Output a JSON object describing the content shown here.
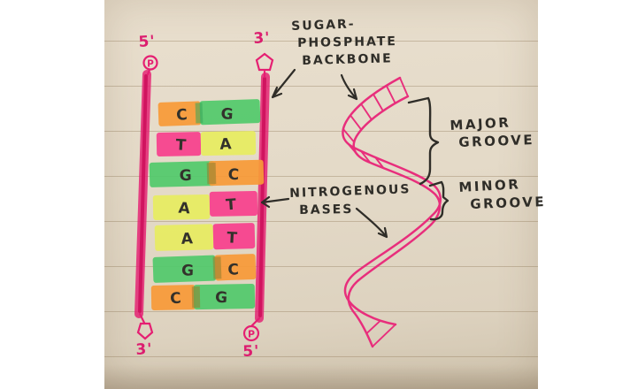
{
  "ladder": {
    "phosphate_symbol": "P",
    "top_left_end": "5'",
    "top_right_end": "3'",
    "bottom_left_end": "3'",
    "bottom_right_end": "5'",
    "base_pairs": [
      {
        "left": "C",
        "right": "G",
        "left_color": "#f79a38",
        "right_color": "#52c96c"
      },
      {
        "left": "T",
        "right": "A",
        "left_color": "#f8408d",
        "right_color": "#e7ec61"
      },
      {
        "left": "G",
        "right": "C",
        "left_color": "#52c96c",
        "right_color": "#f79a38"
      },
      {
        "left": "A",
        "right": "T",
        "left_color": "#e7ec61",
        "right_color": "#f8408d"
      },
      {
        "left": "A",
        "right": "T",
        "left_color": "#e7ec61",
        "right_color": "#f8408d"
      },
      {
        "left": "G",
        "right": "C",
        "left_color": "#52c96c",
        "right_color": "#f79a38"
      },
      {
        "left": "C",
        "right": "G",
        "left_color": "#f79a38",
        "right_color": "#52c96c"
      }
    ]
  },
  "annotations": {
    "backbone": {
      "lines": [
        "SUGAR-",
        "PHOSPHATE",
        "BACKBONE"
      ]
    },
    "bases": {
      "lines": [
        "NITROGENOUS",
        "BASES"
      ]
    },
    "major_groove": {
      "lines": [
        "MAJOR",
        "GROOVE"
      ]
    },
    "minor_groove": {
      "lines": [
        "MINOR",
        "GROOVE"
      ]
    }
  },
  "colors": {
    "marker_pink": "#e51f72",
    "highlight_orange": "#f79a38",
    "highlight_green": "#52c96c",
    "highlight_yellow": "#e7ec61",
    "highlight_pink": "#f8408d",
    "ink_black": "#2f2d28",
    "paper": "#e2d8c7"
  }
}
